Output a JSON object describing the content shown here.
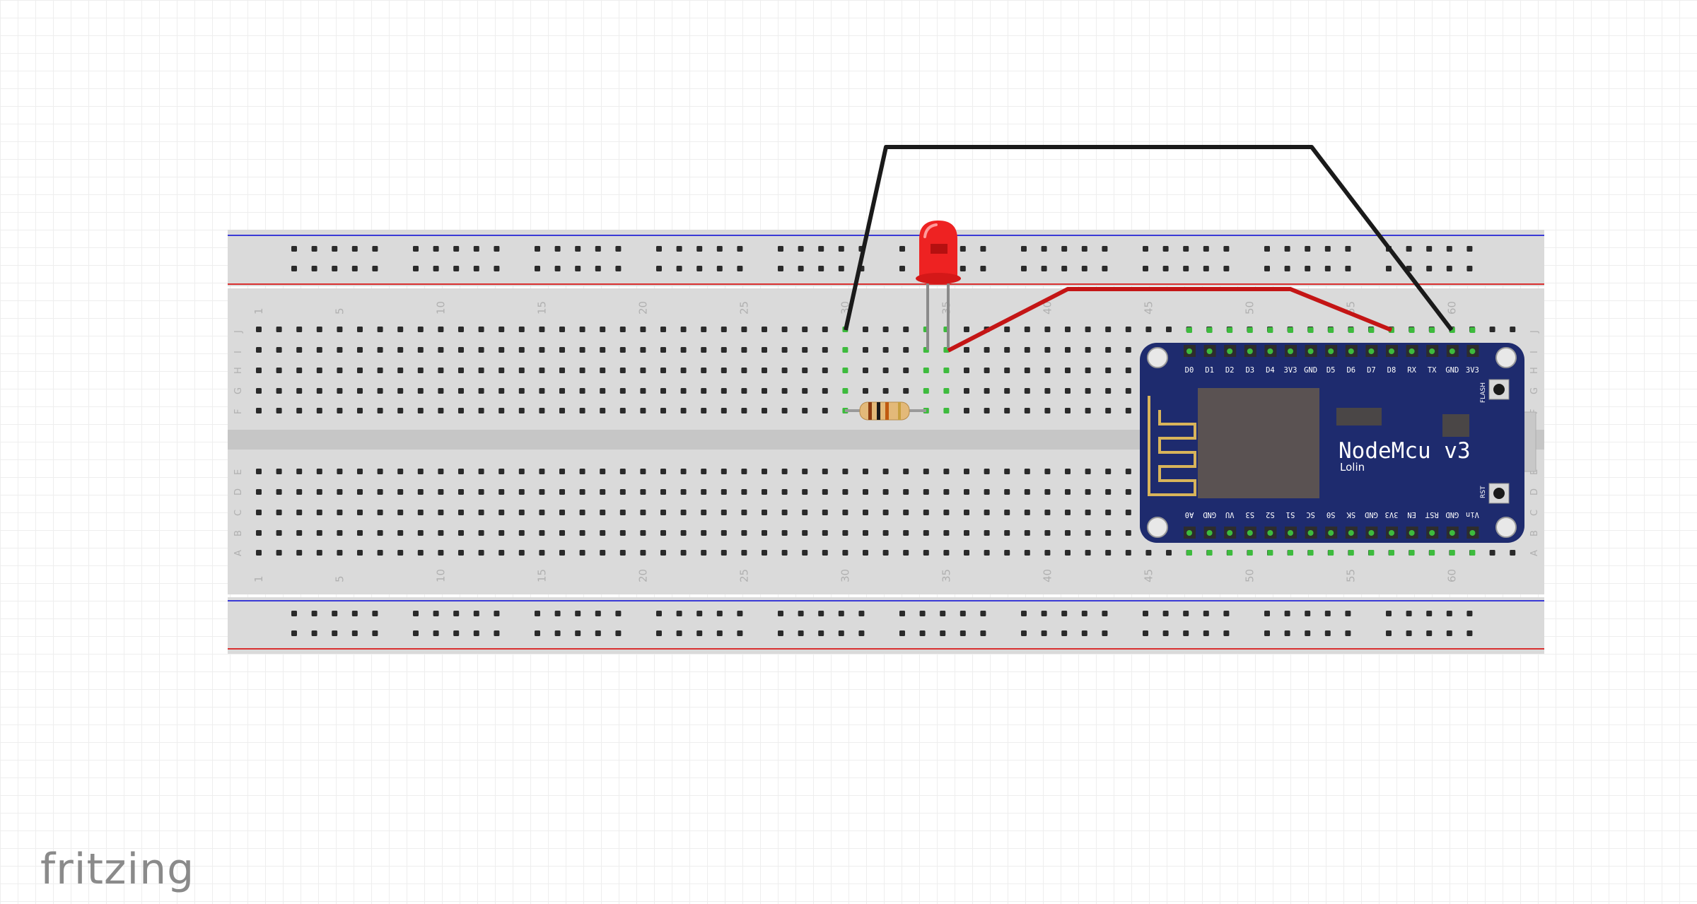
{
  "app": {
    "logo": "fritzing"
  },
  "breadboard": {
    "col_labels": [
      "1",
      "5",
      "10",
      "15",
      "20",
      "25",
      "30",
      "35",
      "40",
      "45",
      "50",
      "55",
      "60"
    ],
    "top_rows": [
      "J",
      "I",
      "H",
      "G",
      "F"
    ],
    "bottom_rows": [
      "E",
      "D",
      "C",
      "B",
      "A"
    ]
  },
  "nodemcu": {
    "title": "NodeMcu v3",
    "subtitle": "Lolin",
    "top_pins": [
      "D0",
      "D1",
      "D2",
      "D3",
      "D4",
      "3V3",
      "GND",
      "D5",
      "D6",
      "D7",
      "D8",
      "RX",
      "TX",
      "GND",
      "3V3"
    ],
    "bottom_pins": [
      "A0",
      "GND",
      "VU",
      "S3",
      "S2",
      "S1",
      "SC",
      "S0",
      "SK",
      "GND",
      "3V3",
      "EN",
      "RST",
      "GND",
      "Vin"
    ],
    "flash_label": "FLASH",
    "rst_label": "RST"
  },
  "colors": {
    "breadboard": "#d9d9d9",
    "rail_blue": "#3a3ad6",
    "rail_red": "#d93030",
    "mcu_board": "#1e2b6e",
    "wire_black": "#1a1a1a",
    "wire_red": "#c41515",
    "led": "#ee2222",
    "hole_connected": "#3dbb3d"
  }
}
